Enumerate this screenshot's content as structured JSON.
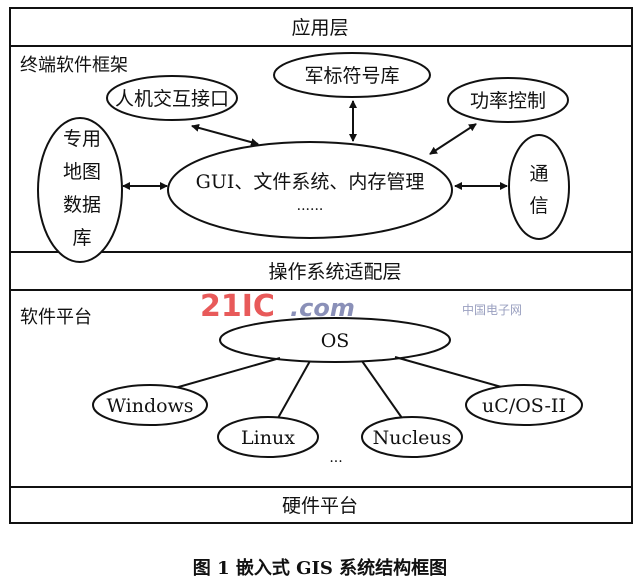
{
  "layers": {
    "application": "应用层",
    "terminal_framework": "终端软件框架",
    "os_adapter": "操作系统适配层",
    "software_platform": "软件平台",
    "hardware_platform": "硬件平台"
  },
  "framework_nodes": {
    "hmi": "人机交互接口",
    "military_symbols": "军标符号库",
    "power_control": "功率控制",
    "map_db_lines": [
      "专用",
      "地图",
      "数据",
      "库"
    ],
    "core": "GUI、文件系统、内存管理",
    "core_more": "······",
    "comm_lines": [
      "通",
      "信"
    ]
  },
  "platform_nodes": {
    "os": "OS",
    "windows": "Windows",
    "linux": "Linux",
    "nucleus": "Nucleus",
    "ucos": "uC/OS-II",
    "more": "..."
  },
  "watermark": "21IC.com 中国电子网",
  "caption": "图 1   嵌入式 GIS 系统结构框图"
}
